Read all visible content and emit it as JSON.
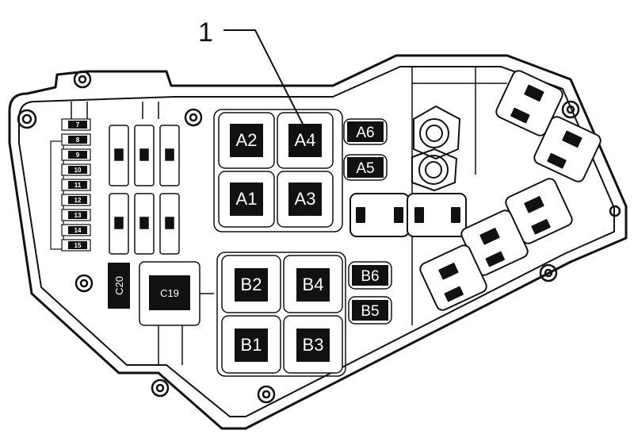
{
  "callout": {
    "number": "1"
  },
  "relays_a": [
    {
      "id": "a2",
      "label": "A2"
    },
    {
      "id": "a4",
      "label": "A4"
    },
    {
      "id": "a1",
      "label": "A1"
    },
    {
      "id": "a3",
      "label": "A3"
    }
  ],
  "relays_a_small": [
    {
      "id": "a6",
      "label": "A6"
    },
    {
      "id": "a5",
      "label": "A5"
    }
  ],
  "relays_b": [
    {
      "id": "b2",
      "label": "B2"
    },
    {
      "id": "b4",
      "label": "B4"
    },
    {
      "id": "b1",
      "label": "B1"
    },
    {
      "id": "b3",
      "label": "B3"
    }
  ],
  "relays_b_small": [
    {
      "id": "b6",
      "label": "B6"
    },
    {
      "id": "b5",
      "label": "B5"
    }
  ],
  "relay_c19": {
    "label": "C19"
  },
  "relay_c20": {
    "label": "C20"
  },
  "fuse_numbers": [
    "7",
    "8",
    "9",
    "10",
    "11",
    "12",
    "13",
    "14",
    "15"
  ]
}
